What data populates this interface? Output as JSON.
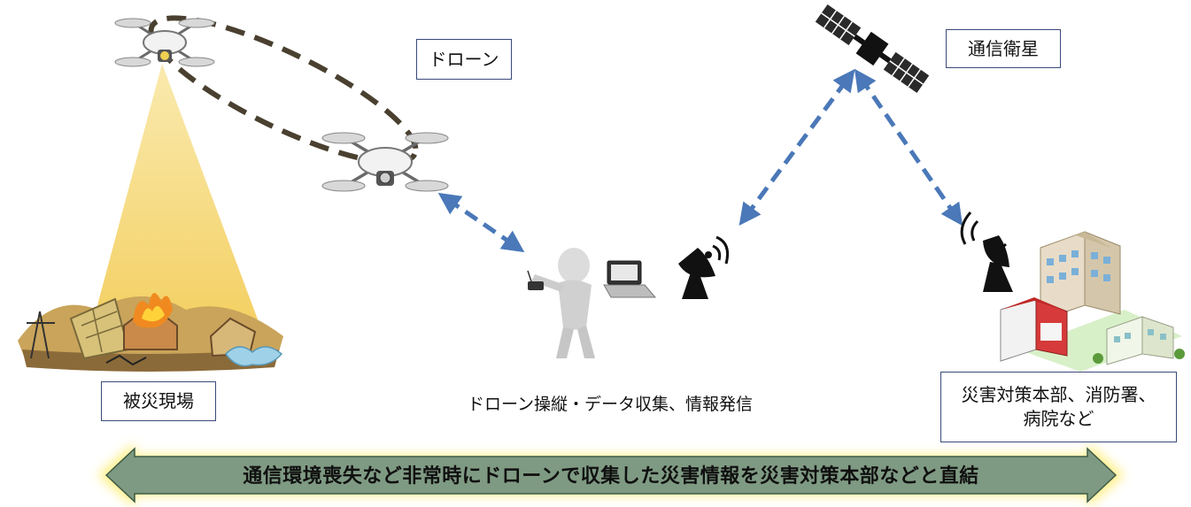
{
  "labels": {
    "drone": "ドローン",
    "satellite": "通信衛星",
    "disaster_site": "被災現場",
    "operator": "ドローン操縦・データ収集、情報発信",
    "hq_line1": "災害対策本部、消防署、",
    "hq_line2": "病院など"
  },
  "banner": {
    "text": "通信環境喪失など非常時にドローンで収集した災害情報を災害対策本部などと直結"
  },
  "icons": {
    "drone": "drone-icon",
    "satellite": "satellite-icon",
    "dish": "satellite-dish-icon",
    "person": "operator-figure-icon",
    "laptop": "laptop-icon",
    "buildings": "buildings-icon",
    "disaster": "disaster-scene-icon"
  },
  "colors": {
    "link_arrow": "#4a78b8",
    "flight_path": "#4a4030",
    "camera_beam": "#f5d66a",
    "banner_fill": "#7f9a83",
    "banner_glow": "#fff08a"
  }
}
